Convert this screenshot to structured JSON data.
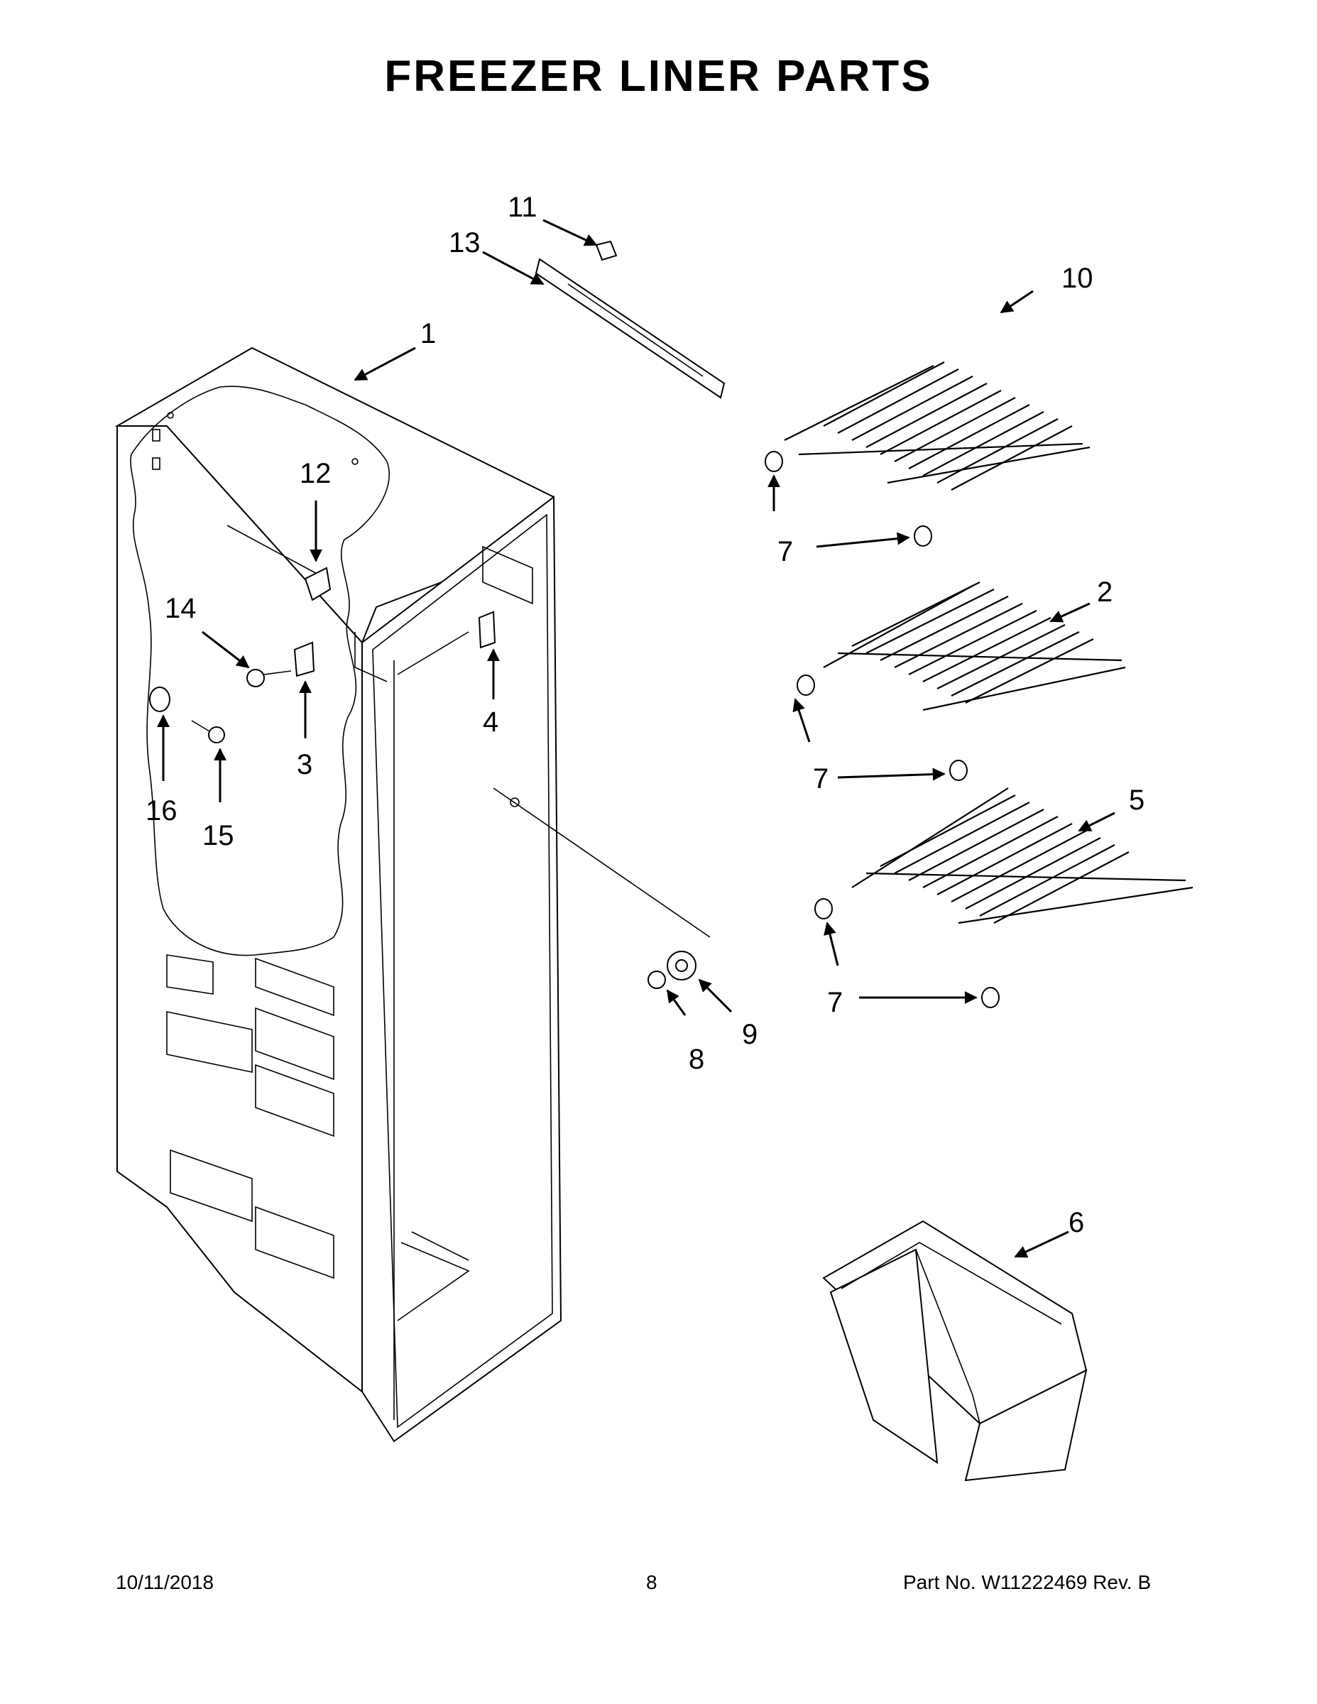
{
  "title": "FREEZER LINER PARTS",
  "callouts": [
    "1",
    "2",
    "3",
    "4",
    "5",
    "6",
    "7",
    "7",
    "7",
    "8",
    "9",
    "10",
    "11",
    "12",
    "13",
    "14",
    "15",
    "16"
  ],
  "footer": {
    "date": "10/11/2018",
    "page": "8",
    "part_no": "Part No.  W11222469  Rev.  B"
  }
}
